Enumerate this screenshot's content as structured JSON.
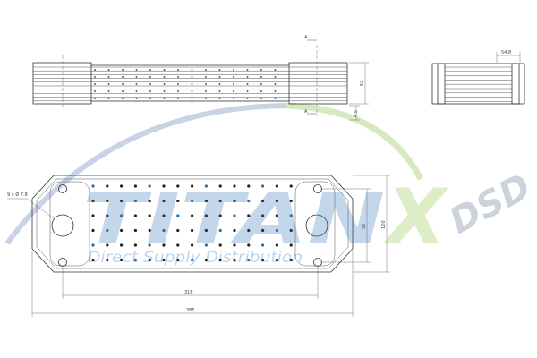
{
  "watermark": {
    "brand": "TITAN",
    "brand_x": "X",
    "suffix": "DSD",
    "tagline": "Direct Supply Distribution",
    "colors": {
      "blue": "#2b6cb0",
      "green": "#8bc34a",
      "grey": "#a0aec0"
    }
  },
  "dimensions": {
    "hole_spec": "9 x Ø 7.8",
    "height_inner": "92",
    "height_outer": "120",
    "hole_spacing": "316",
    "overall_length": "385",
    "side_height": "52",
    "side_offset": "4.5",
    "end_thickness": "54.8",
    "section_mark": "A"
  }
}
